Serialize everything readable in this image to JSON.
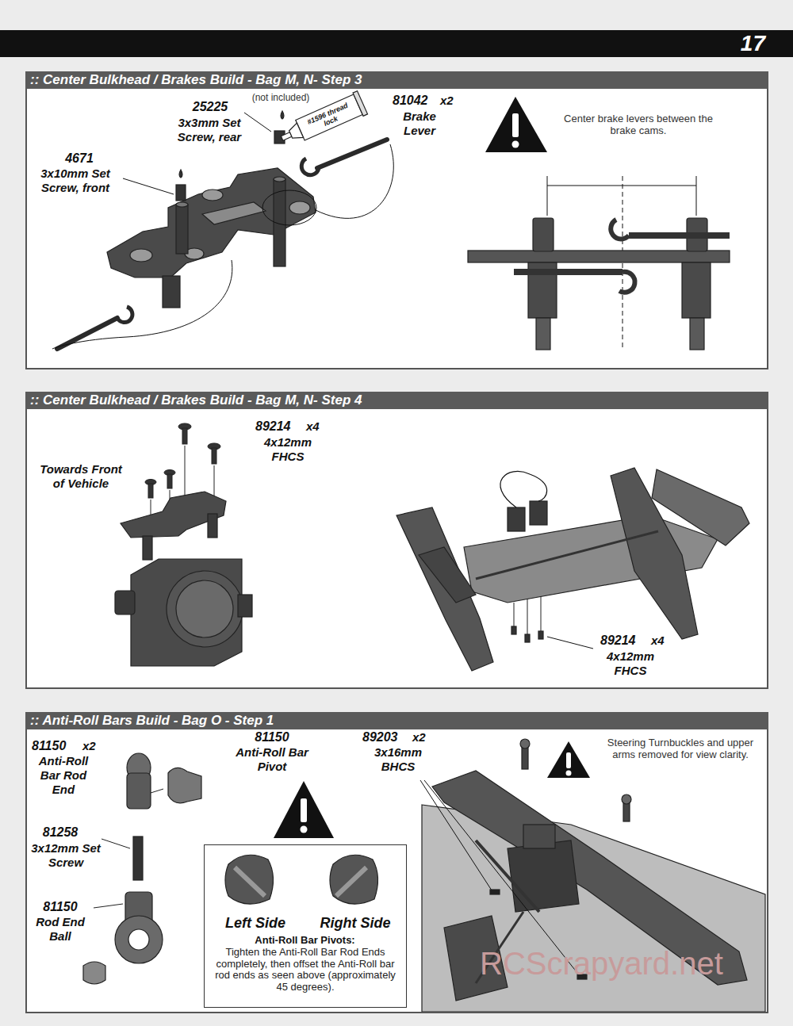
{
  "diagram": {
    "nodes": [
      {
        "text": [
          ":: Center Bulkhead / Brakes Build - Bag M, N- Step 3"
        ]
      },
      {
        "text": [
          ":: Center Bulkhead / Brakes Build - Bag M, N- Step 4"
        ]
      },
      {
        "text": [
          ":: Anti-Roll Bars Build - Bag O - Step 1"
        ]
      },
      {
        "text": [
          "Left Side",
          "Right Side",
          "Anti-Roll Bar Pivots:",
          "Tighten the Anti-Roll Bar Rod Ends completely, then offset the Anti-Roll bar rod ends as seen above (approximately 45 degrees)."
        ],
        "in": 2
      }
    ],
    "labels": [
      "17",
      "25225",
      "(not included)",
      "3x3mm Set Screw, rear",
      "#1596 thread lock",
      "81042",
      "x2",
      "Brake Lever",
      "4671",
      "3x10mm Set Screw, front",
      "Center brake levers between the brake cams.",
      "89214",
      "x4",
      "4x12mm FHCS",
      "Towards Front of Vehicle",
      "89214",
      "x4",
      "4x12mm FHCS",
      "81150",
      "x2",
      "Anti-Roll Bar Rod End",
      "81150",
      "Anti-Roll Bar Pivot",
      "81258",
      "3x12mm Set Screw",
      "81150",
      "Rod End Ball",
      "89203",
      "x2",
      "3x16mm BHCS",
      "Steering Turnbuckles and upper arms removed for view clarity.",
      "RCScrapyard.net"
    ]
  }
}
